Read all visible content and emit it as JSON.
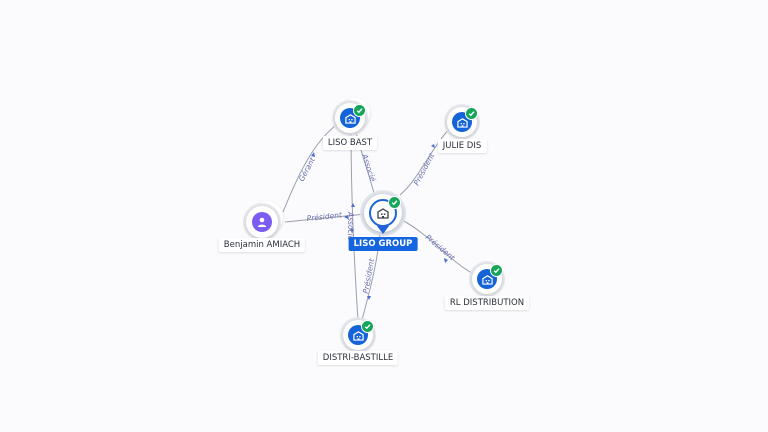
{
  "nodes": {
    "center": {
      "label": "LISO GROUP",
      "icon": "company-building-icon",
      "verified": true
    },
    "liso_bast": {
      "label": "LISO BAST",
      "icon": "company-building-icon",
      "verified": true
    },
    "julie_dis": {
      "label": "JULIE DIS",
      "icon": "company-building-icon",
      "verified": true
    },
    "benjamin": {
      "label": "Benjamin AMIACH",
      "icon": "person-icon",
      "verified": false
    },
    "rl_distribution": {
      "label": "RL DISTRIBUTION",
      "icon": "company-building-icon",
      "verified": true
    },
    "distri_bastille": {
      "label": "DISTRI-BASTILLE",
      "icon": "company-building-icon",
      "verified": true
    }
  },
  "edges": {
    "benjamin_liso_bast": "Gérant",
    "benjamin_center": "Président",
    "center_liso_bast": "Associé",
    "center_julie_dis": "Président",
    "center_rl_distribution": "Président",
    "center_distri_bastille": "Président",
    "liso_bast_distri_bastille": "Associé"
  },
  "colors": {
    "company": "#1463d8",
    "person": "#7b5cf0",
    "verified": "#17a55a",
    "edge_label": "#6b6fb0",
    "main_label_bg": "#1565e0"
  }
}
